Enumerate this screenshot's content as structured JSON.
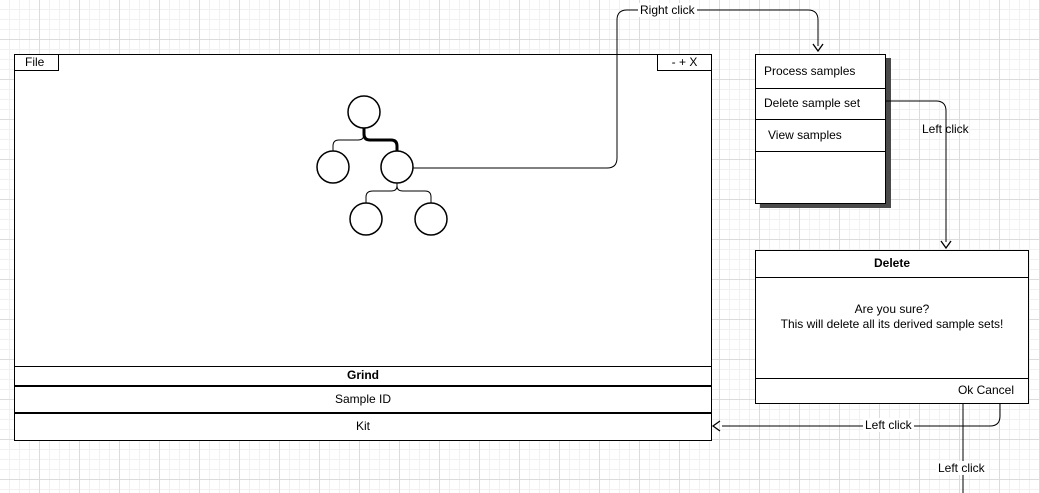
{
  "main_window": {
    "menu_file": "File",
    "window_controls": "- + X",
    "bars": {
      "grind": "Grind",
      "sample_id": "Sample ID",
      "kit": "Kit"
    }
  },
  "tree": {
    "node_count": 5,
    "highlighted_edge": "root-to-right-child"
  },
  "context_menu": {
    "items": [
      "Process samples",
      "Delete sample set",
      "View samples"
    ]
  },
  "dialog": {
    "title": "Delete",
    "message_line1": "Are you sure?",
    "message_line2": "This will delete all its derived sample sets!",
    "buttons": "Ok Cancel"
  },
  "edges": {
    "right_click": "Right click",
    "left_click_menu": "Left click",
    "left_click_ok": "Left click",
    "left_click_cancel": "Left click"
  }
}
